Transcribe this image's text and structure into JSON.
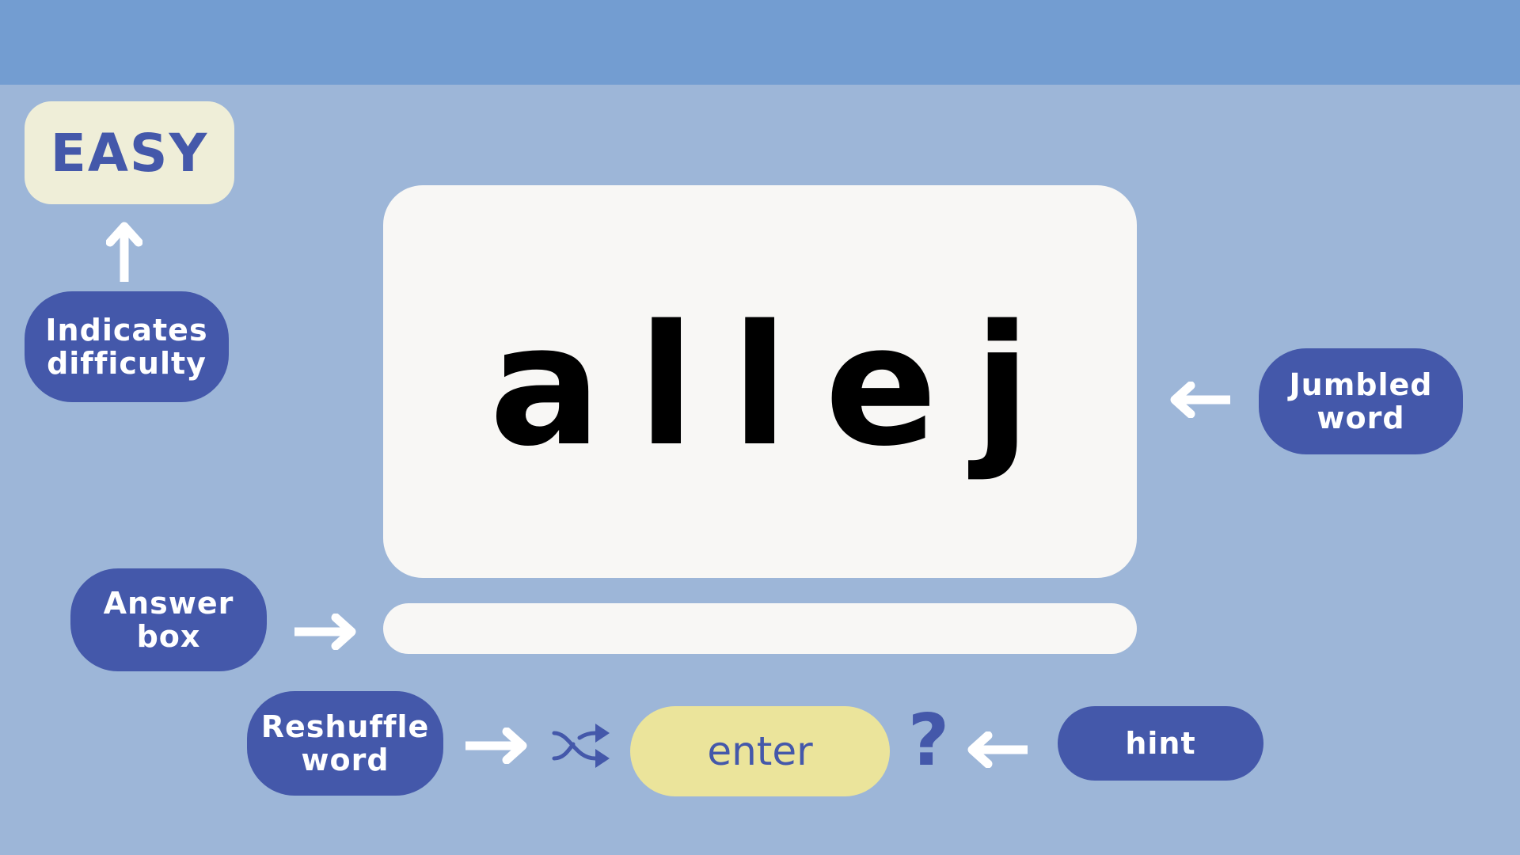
{
  "difficulty": {
    "label": "EASY"
  },
  "game": {
    "jumbled_word": "allej",
    "answer_value": "",
    "enter_label": "enter",
    "hint_symbol": "?"
  },
  "callouts": {
    "difficulty": "Indicates\ndifficulty",
    "jumbled": "Jumbled\nword",
    "answer": "Answer\nbox",
    "reshuffle": "Reshuffle\nword",
    "hint": "hint"
  },
  "icons": {
    "shuffle": "shuffle-icon",
    "arrow": "arrow-icon"
  },
  "colors": {
    "background": "#9db6d8",
    "topbar": "#739dd1",
    "accent": "#4458aa",
    "panel": "#f8f7f5",
    "difficulty_badge": "#efeed8",
    "enter_button": "#ebe49b"
  }
}
